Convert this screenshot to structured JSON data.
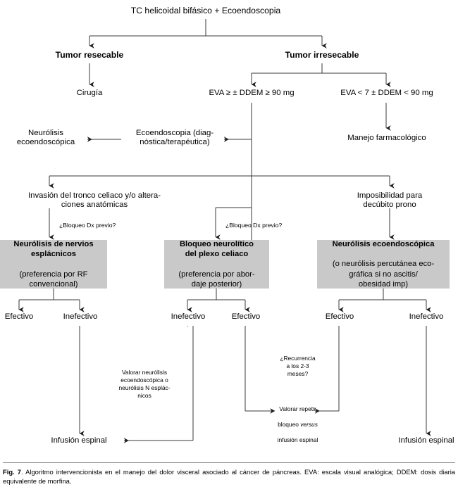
{
  "figure": {
    "number": "Fig. 7",
    "caption": ". Algoritmo intervencionista en el manejo del dolor visceral asociado al cáncer de páncreas. EVA: escala visual analógica; DDEM: dosis diaria equivalente de morfina.",
    "box_fill": "#c9c9c9",
    "line_color": "#333333"
  },
  "nodes": {
    "root": "TC helicoidal bifásico + Ecoendoscopia",
    "resectable": "Tumor resecable",
    "irresectable": "Tumor irresecable",
    "surgery": "Cirugía",
    "eva_high": "EVA ≥ ± DDEM ≥ 90 mg",
    "eva_low": "EVA < 7 ± DDEM < 90 mg",
    "ecoendoscopia": "Ecoendoscopia (diag-\nnóstica/terapéutica)",
    "neurolisis_eco": "Neurólisis\necoendoscópica",
    "manejo_farmacologico": "Manejo farmacológico",
    "invasion": "Invasión del tronco celiaco y/o altera-\nciones anatómicas",
    "imposibilidad": "Imposibilidad para\ndecúbito prono",
    "bloqueo_dx_left": "¿Bloqueo Dx previo?",
    "bloqueo_dx_mid": "¿Bloqueo Dx previo?",
    "infusion_left": "Infusión espinal",
    "infusion_right": "Infusión espinal"
  },
  "gray_boxes": [
    {
      "id": "esplacnicos",
      "title": "Neurólisis de nervios\nesplácnicos",
      "detail": "(preferencia por RF\nconvencional)"
    },
    {
      "id": "plexo-celiaco",
      "title": "Bloqueo neurolítico\ndel plexo celiaco",
      "detail": "(preferencia por abor-\ndaje posterior)"
    },
    {
      "id": "ecoendoscopica",
      "title": "Neurólisis ecoendoscópica",
      "detail": "(o neurólisis percutánea eco-\ngráfica si no ascitis/\nobesidad imp)"
    }
  ],
  "outcomes": {
    "left_effective": "Efectivo",
    "left_ineffective": "Inefectivo",
    "mid_ineffective": "Inefectivo",
    "mid_effective": "Efectivo",
    "right_effective": "Efectivo",
    "right_ineffective": "Inefectivo"
  },
  "notes": {
    "valorar_neurolisis": "Valorar neurólisis\necoendoscópica o\nneurólisis N esplác-\nnicos",
    "recurrencia": "¿Recurrencia\na los 2-3\nmeses?",
    "valorar_repetir_line1": "Valorar repetir",
    "valorar_repetir_line2a": "bloqueo ",
    "valorar_repetir_line2b": "versus",
    "valorar_repetir_line3": "infusión espinal"
  }
}
